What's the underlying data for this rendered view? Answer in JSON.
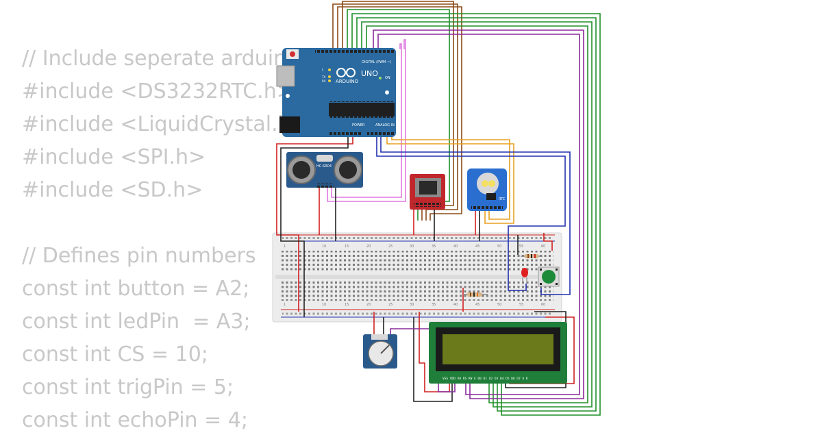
{
  "code": {
    "lines": [
      "// Include seperate arduino libraries",
      "#include <DS3232RTC.h>",
      "#include <LiquidCrystal.h>",
      "#include <SPI.h>",
      "#include <SD.h>",
      "",
      "// Defines pin numbers",
      "const int button = A2;",
      "const int ledPin  = A3;",
      "const int CS = 10;",
      "const int trigPin = 5;",
      "const int echoPin = 4;"
    ]
  },
  "arduino": {
    "brand": "ARDUINO",
    "model": "UNO",
    "digital_label": "DIGITAL (PWM ~)",
    "power_label": "POWER",
    "analog_label": "ANALOG IN",
    "on_label": "ON",
    "tx_label": "TX",
    "rx_label": "RX",
    "l_label": "L"
  },
  "sensor": {
    "label": "HC-SR04"
  },
  "rtc": {
    "label": "RTC"
  },
  "breadboard": {
    "numbers": [
      "1",
      "10",
      "15",
      "20",
      "25",
      "30",
      "35",
      "40",
      "45",
      "50",
      "55",
      "60"
    ]
  },
  "lcd": {
    "pin_labels": "VSS VDD V0 RS RW E D0 D1 D2 D3 D4 D5 D6 D7 A K"
  },
  "colors": {
    "arduino_board": "#2a6aa0",
    "breadboard": "#ececec",
    "lcd_screen": "#6b7a1a",
    "lcd_board": "#1f7f3a",
    "sd_board": "#c0272d",
    "rtc_board": "#2a6fd0",
    "button_cap": "#1d8a3a",
    "led": "#e02020",
    "wire_brown": "#8b4a16",
    "wire_green": "#1f8f2a",
    "wire_purple": "#8a2a9a",
    "wire_pink": "#e07ae0",
    "wire_orange": "#e8a020",
    "wire_blue": "#2030b0",
    "wire_red": "#d02020",
    "wire_black": "#222222",
    "code_text": "#c8c8c8"
  }
}
